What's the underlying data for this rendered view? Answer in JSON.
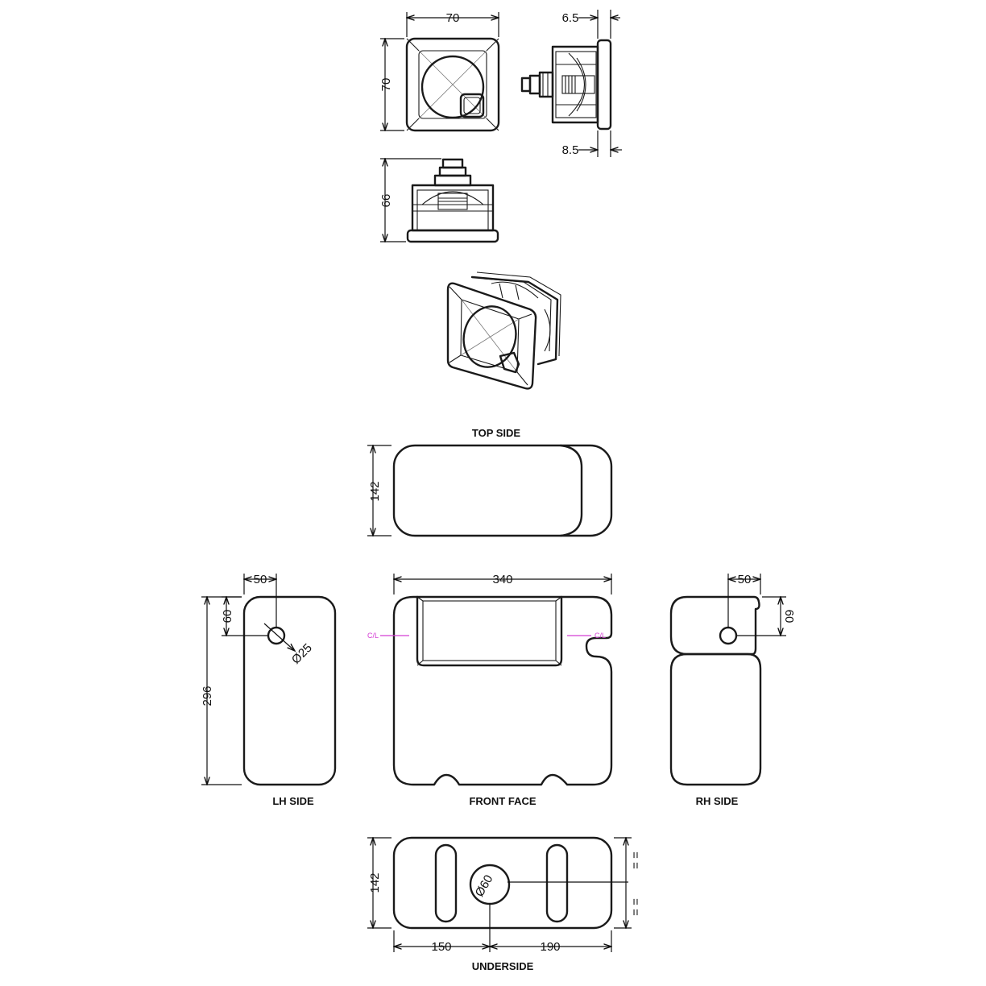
{
  "push_button": {
    "dims": {
      "width": "70",
      "height": "70",
      "side_top": "6.5",
      "side_bottom": "8.5",
      "depth": "66"
    }
  },
  "cistern": {
    "views": {
      "top": "TOP SIDE",
      "lh": "LH SIDE",
      "front": "FRONT FACE",
      "rh": "RH SIDE",
      "under": "UNDERSIDE"
    },
    "dims": {
      "top_depth": "142",
      "width": "340",
      "height": "296",
      "lh_offset_x": "50",
      "lh_offset_y": "60",
      "lh_hole_dia": "Ø25",
      "rh_offset_x": "50",
      "rh_offset_y": "60",
      "under_depth": "142",
      "under_left": "150",
      "under_right": "190",
      "under_hole_dia": "Ø60"
    },
    "centre_line_label": "C/L",
    "equal_marks": "= ="
  },
  "colors": {
    "line": "#1a1a1a",
    "centre_line": "#d43fd4"
  }
}
